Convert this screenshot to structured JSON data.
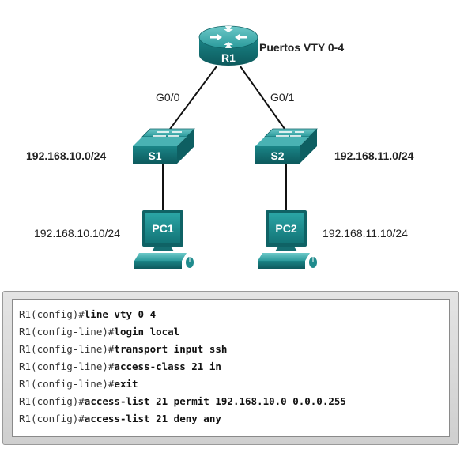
{
  "topology": {
    "router": {
      "name": "R1",
      "note": "Puertos VTY 0-4"
    },
    "links": {
      "left_interface": "G0/0",
      "right_interface": "G0/1"
    },
    "switches": [
      {
        "name": "S1",
        "network": "192.168.10.0/24"
      },
      {
        "name": "S2",
        "network": "192.168.11.0/24"
      }
    ],
    "pcs": [
      {
        "name": "PC1",
        "ip": "192.168.10.10/24"
      },
      {
        "name": "PC2",
        "ip": "192.168.11.10/24"
      }
    ]
  },
  "cli": {
    "lines": [
      {
        "prompt": "R1(config)#",
        "command": "line vty 0 4"
      },
      {
        "prompt": "R1(config-line)#",
        "command": "login local"
      },
      {
        "prompt": "R1(config-line)#",
        "command": "transport input ssh"
      },
      {
        "prompt": "R1(config-line)#",
        "command": "access-class 21 in"
      },
      {
        "prompt": "R1(config-line)#",
        "command": "exit"
      },
      {
        "prompt": "R1(config)#",
        "command": "access-list 21 permit 192.168.10.0 0.0.0.255"
      },
      {
        "prompt": "R1(config)#",
        "command": "access-list 21 deny any"
      }
    ]
  },
  "colors": {
    "device_teal": "#1d8a8c",
    "device_dark": "#0f5f63",
    "device_light": "#4fb7b8",
    "link": "#111111"
  }
}
